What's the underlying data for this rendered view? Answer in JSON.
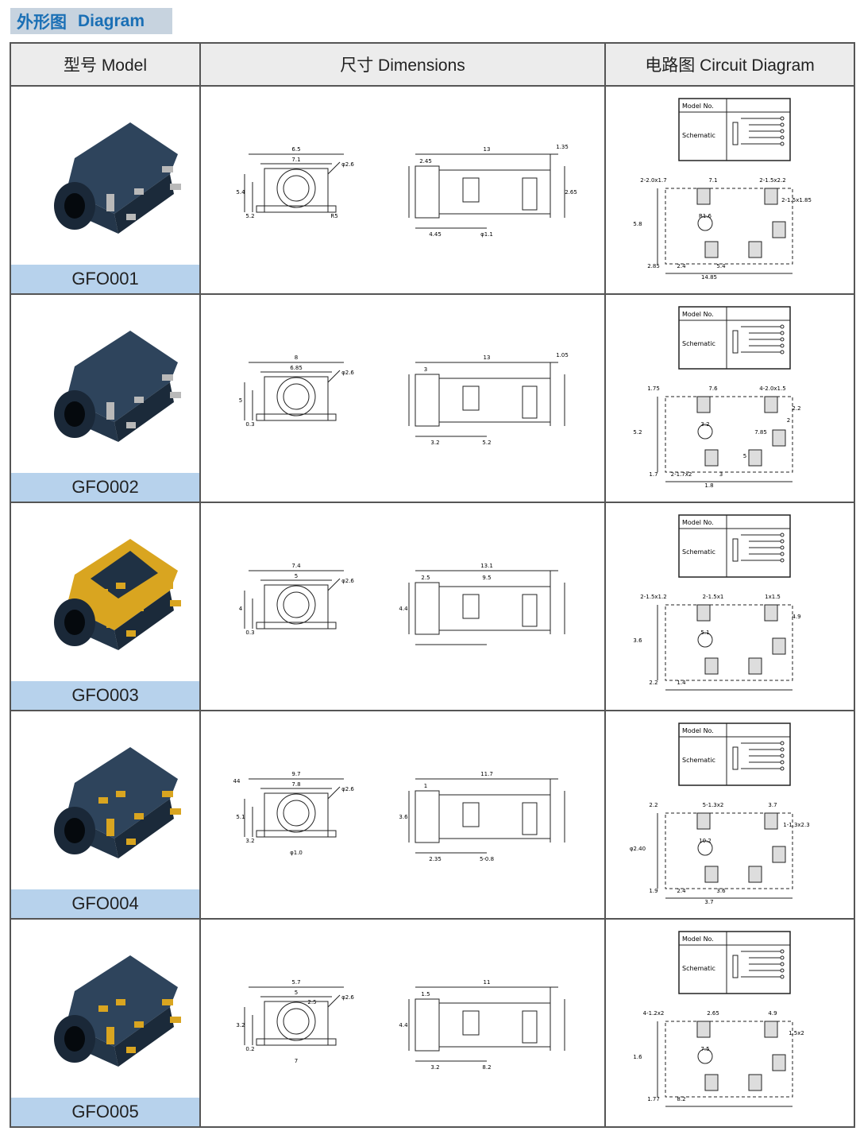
{
  "header_tag": {
    "cn": "外形图",
    "en": "Diagram"
  },
  "columns": {
    "model": "型号 Model",
    "dimensions": "尺寸 Dimensions",
    "circuit": "电路图 Circuit Diagram"
  },
  "schematic_box": {
    "model_no": "Model No.",
    "schematic": "Schematic"
  },
  "colors": {
    "accent": "#1a6fb5",
    "tag_bg": "#c7d3df",
    "model_bar": "#b7d2ec",
    "header_bg": "#ececec"
  },
  "rows": [
    {
      "model": "GFO001",
      "jack_color": "dark",
      "front": {
        "top_width": "6.5",
        "inner_width": "7.1",
        "height_a": "5.4",
        "height_b": "5.2",
        "hole": "φ2.6",
        "angle": "R5"
      },
      "side": {
        "length": "13",
        "end": "1.35",
        "step": "2.45",
        "bottom_a": "4.45",
        "bottom_b": "φ1.1",
        "right": "2.65"
      },
      "circuit": {
        "labels": [
          "2-2.0x1.7",
          "7.1",
          "2-1.5x2.2",
          "2-1.5x1.85",
          "R1.6",
          "5.8",
          "2.85",
          "2.4",
          "5.4",
          "14.85"
        ]
      }
    },
    {
      "model": "GFO002",
      "jack_color": "dark",
      "front": {
        "top_width": "8",
        "inner_width": "6.85",
        "height_a": "5",
        "height_b": "0.3",
        "hole": "φ2.6"
      },
      "side": {
        "length": "13",
        "end": "1.05",
        "step": "3",
        "bottom_a": "3.2",
        "bottom_b": "5.2"
      },
      "circuit": {
        "labels": [
          "1.75",
          "7.6",
          "4-2.0x1.5",
          "2.2",
          "3.2",
          "5.2",
          "1.7",
          "2-1.7x2",
          "3",
          "1.8",
          "7.85",
          "5",
          "2"
        ]
      }
    },
    {
      "model": "GFO003",
      "jack_color": "gold",
      "front": {
        "top_width": "7.4",
        "inner_width": "5",
        "height_a": "4",
        "height_b": "0.3",
        "hole": "φ2.6"
      },
      "side": {
        "length": "13.1",
        "step": "2.5",
        "top": "9.5",
        "height": "4.4"
      },
      "circuit": {
        "labels": [
          "2-1.5x1.2",
          "2-1.5x1",
          "1x1.5",
          "4.9",
          "5.1",
          "3.6",
          "2.2",
          "1.4"
        ]
      }
    },
    {
      "model": "GFO004",
      "jack_color": "gold_dark",
      "front": {
        "top_width": "9.7",
        "inner_width": "7.8",
        "height_a": "5.1",
        "height_b": "3.2",
        "hole": "φ2.6",
        "left": "44",
        "bottom": "φ1.0"
      },
      "side": {
        "length": "11.7",
        "step": "1",
        "height": "3.6",
        "bottom_a": "2.35",
        "bottom_b": "5-0.8"
      },
      "circuit": {
        "labels": [
          "2.2",
          "5-1.3x2",
          "3.7",
          "1-1.3x2.3",
          "10.2",
          "φ2.40",
          "1.9",
          "2.4",
          "3.6",
          "3.7"
        ]
      }
    },
    {
      "model": "GFO005",
      "jack_color": "gold_dark",
      "front": {
        "top_width": "5.7",
        "inner_width": "5",
        "height_a": "3.2",
        "height_b": "0.2",
        "hole": "φ2.6",
        "inner": "2.5",
        "bottom": "7"
      },
      "side": {
        "length": "11",
        "step": "1.5",
        "height": "4.4",
        "bottom_a": "3.2",
        "bottom_b": "8.2"
      },
      "circuit": {
        "labels": [
          "4-1.2x2",
          "2.65",
          "4.9",
          "1.5x2",
          "7.5",
          "1.6",
          "1.77",
          "8.2"
        ]
      }
    }
  ]
}
